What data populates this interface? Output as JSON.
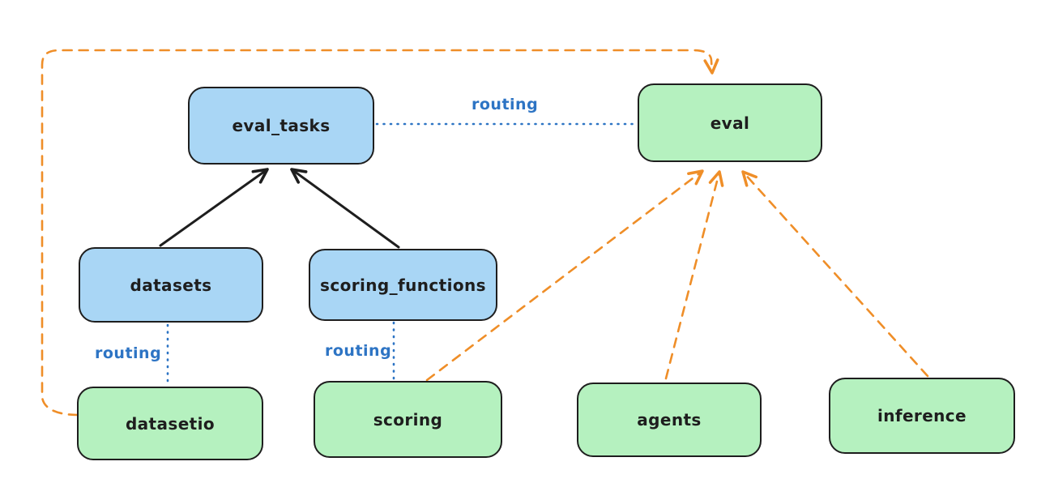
{
  "colors": {
    "node_api_fill": "#a9d6f5",
    "node_provider_fill": "#b5f1bf",
    "node_stroke": "#1e1e1e",
    "routing_line": "#2d74c4",
    "provider_line": "#ef8e28",
    "solid_arrow": "#1e1e1e",
    "canvas_bg": "#ffffff"
  },
  "nodes": [
    {
      "id": "eval_tasks",
      "label": "eval_tasks",
      "type": "api"
    },
    {
      "id": "eval",
      "label": "eval",
      "type": "provider"
    },
    {
      "id": "datasets",
      "label": "datasets",
      "type": "api"
    },
    {
      "id": "scoring_functions",
      "label": "scoring_functions",
      "type": "api"
    },
    {
      "id": "datasetio",
      "label": "datasetio",
      "type": "provider"
    },
    {
      "id": "scoring",
      "label": "scoring",
      "type": "provider"
    },
    {
      "id": "agents",
      "label": "agents",
      "type": "provider"
    },
    {
      "id": "inference",
      "label": "inference",
      "type": "provider"
    }
  ],
  "edges": [
    {
      "from": "datasets",
      "to": "eval_tasks",
      "style": "solid-black-arrow"
    },
    {
      "from": "scoring_functions",
      "to": "eval_tasks",
      "style": "solid-black-arrow"
    },
    {
      "from": "eval_tasks",
      "to": "eval",
      "style": "dotted-blue",
      "label": "routing"
    },
    {
      "from": "datasets",
      "to": "datasetio",
      "style": "dotted-blue",
      "label": "routing"
    },
    {
      "from": "scoring_functions",
      "to": "scoring",
      "style": "dotted-blue",
      "label": "routing"
    },
    {
      "from": "datasetio",
      "to": "eval",
      "style": "dashed-orange-arrow"
    },
    {
      "from": "scoring",
      "to": "eval",
      "style": "dashed-orange-arrow"
    },
    {
      "from": "agents",
      "to": "eval",
      "style": "dashed-orange-arrow"
    },
    {
      "from": "inference",
      "to": "eval",
      "style": "dashed-orange-arrow"
    }
  ],
  "labels": {
    "routing": "routing"
  }
}
